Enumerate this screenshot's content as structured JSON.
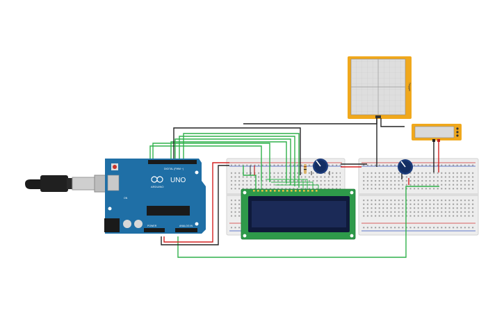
{
  "arduino": {
    "brand": "ARDUINO",
    "model": "UNO",
    "digital_label": "DIGITAL (PWM ~)",
    "power_label": "POWER",
    "analog_label": "ANALOG IN",
    "led_label": "ON",
    "board_color": "#1f6fa6"
  },
  "oscilloscope": {
    "side_label": "Trigger",
    "frame_color": "#f0a81c"
  },
  "multimeter": {
    "frame_color": "#f0a81c"
  },
  "lcd": {
    "board_color": "#2e9a4a",
    "screen_color": "#1b2a57"
  },
  "wire_colors": {
    "signal": "#2fb04a",
    "ground": "#222222",
    "power": "#d32020"
  },
  "breadboards": [
    {
      "name": "breadboard-left"
    },
    {
      "name": "breadboard-right"
    }
  ]
}
